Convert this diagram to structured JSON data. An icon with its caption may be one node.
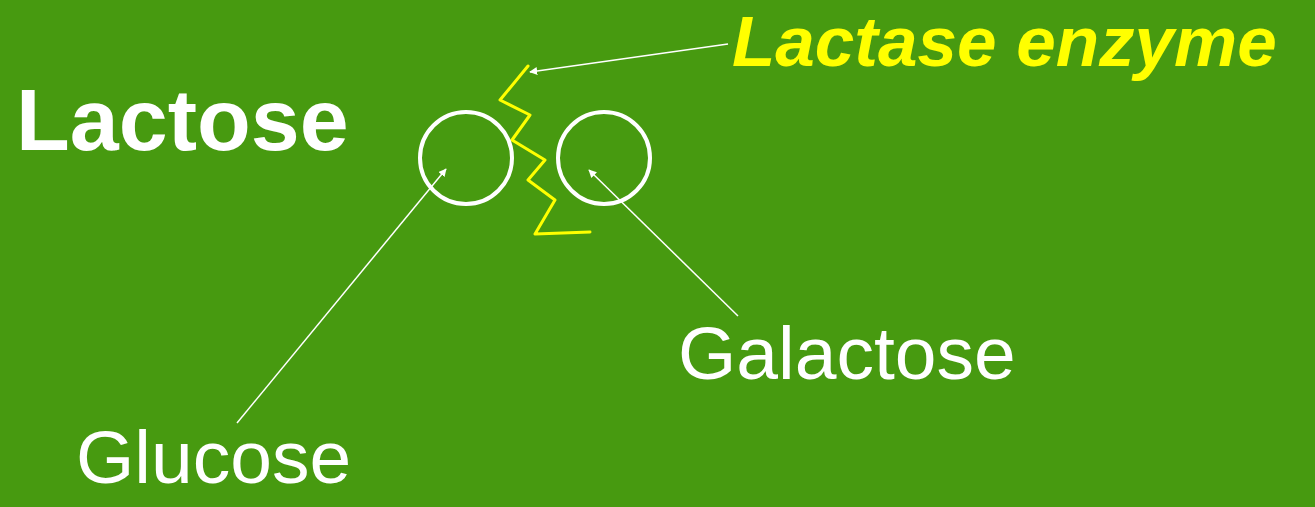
{
  "diagram": {
    "nodes": [
      {
        "text": [
          "Lactase enzyme"
        ]
      },
      {
        "text": [],
        "shape": "zigzag"
      },
      {
        "text": [],
        "shape": "circle"
      },
      {
        "text": [],
        "shape": "circle"
      },
      {
        "text": [
          "Glucose"
        ]
      },
      {
        "text": [
          "Galactose"
        ]
      }
    ],
    "edges": [
      {
        "from": 0,
        "to": 1,
        "arrow": "to"
      },
      {
        "from": 4,
        "to": 2,
        "arrow": "to"
      },
      {
        "from": 5,
        "to": 3,
        "arrow": "to"
      }
    ],
    "labels": [
      "Lactose"
    ]
  }
}
